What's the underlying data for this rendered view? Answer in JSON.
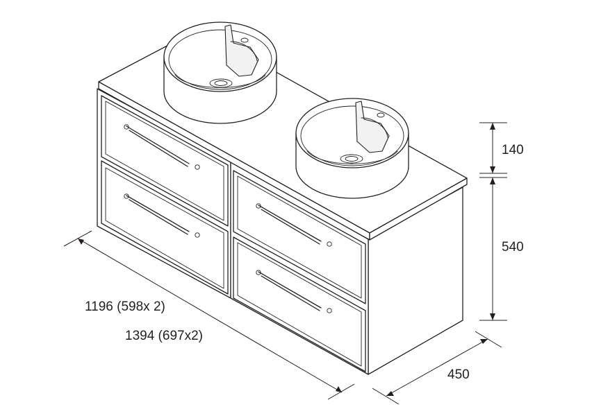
{
  "dimensions": {
    "sink_height": "140",
    "cabinet_height": "540",
    "depth": "450",
    "width_inner": "1196 (598x 2)",
    "width_outer": "1394 (697x2)"
  },
  "colors": {
    "line": "#231f20",
    "background": "#ffffff"
  }
}
